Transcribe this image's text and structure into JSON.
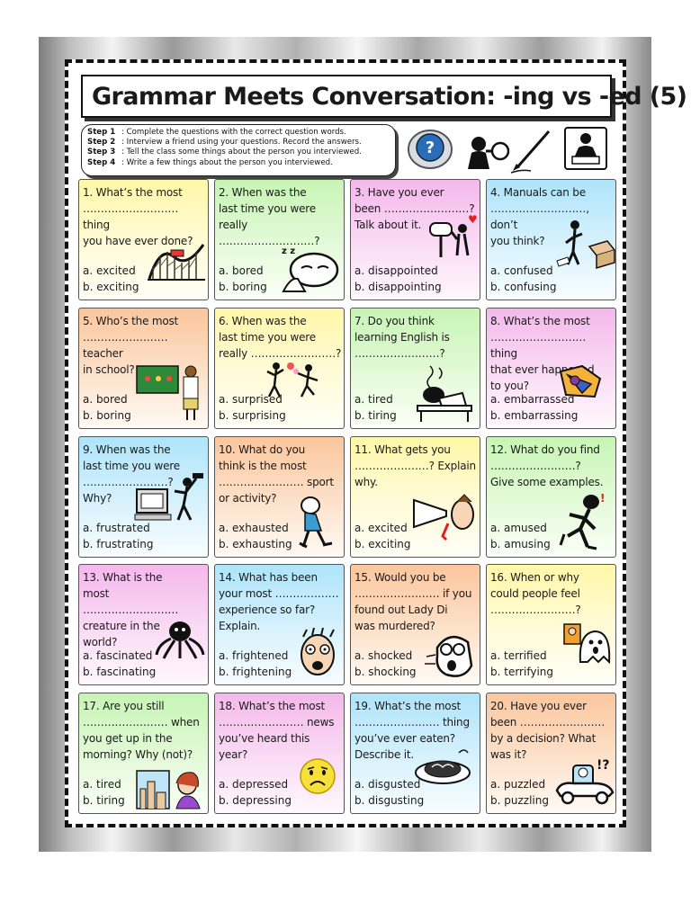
{
  "title": "Grammar Meets Conversation: -ing vs -ed (5)",
  "steps": [
    {
      "label": "Step 1",
      "text": ": Complete the questions with the correct question words."
    },
    {
      "label": "Step 2",
      "text": ": Interview a friend using your questions. Record the answers."
    },
    {
      "label": "Step 3",
      "text": ": Tell the class some things about the person you interviewed."
    },
    {
      "label": "Step 4",
      "text": ": Write a few things about the person you interviewed."
    }
  ],
  "cards": [
    {
      "q": "1. What’s the most\n……………………… thing\nyou have ever done?",
      "a": "a. excited",
      "b": "b. exciting"
    },
    {
      "q": "2. When was the\nlast time you were\nreally ………………………?",
      "a": "a. bored",
      "b": "b. boring"
    },
    {
      "q": "3. Have you ever\nbeen ……………………?\nTalk about it.",
      "a": "a. disappointed",
      "b": "b. disappointing"
    },
    {
      "q": "4. Manuals can be\n………………………, don’t\nyou think?",
      "a": "a. confused",
      "b": "b. confusing"
    },
    {
      "q": "5. Who’s the most\n…………………… teacher\nin school?",
      "a": "a. bored",
      "b": "b. boring"
    },
    {
      "q": "6. When was the\nlast time you were\nreally ……………………?",
      "a": "a. surprised",
      "b": "b. surprising"
    },
    {
      "q": "7. Do you think\nlearning English is\n……………………?",
      "a": "a. tired",
      "b": "b. tiring"
    },
    {
      "q": "8. What’s the most\n……………………… thing\nthat ever happened\nto you?",
      "a": "a. embarrassed",
      "b": "b. embarrassing"
    },
    {
      "q": "9. When was the\nlast time you were\n……………………?\nWhy?",
      "a": "a. frustrated",
      "b": "b. frustrating"
    },
    {
      "q": "10. What do you\nthink is the most\n…………………… sport\nor activity?",
      "a": "a. exhausted",
      "b": "b. exhausting"
    },
    {
      "q": "11. What gets you\n…………………? Explain\nwhy.",
      "a": "a. excited",
      "b": "b. exciting"
    },
    {
      "q": "12. What do you find\n……………………?\nGive some examples.",
      "a": "a. amused",
      "b": "b. amusing"
    },
    {
      "q": "13. What is the\nmost ………………………\ncreature in the\nworld?",
      "a": "a. fascinated",
      "b": "b. fascinating"
    },
    {
      "q": "14. What has been\nyour most ………………\nexperience so far?\nExplain.",
      "a": "a. frightened",
      "b": "b. frightening"
    },
    {
      "q": "15. Would you be\n…………………… if you\nfound out Lady Di\nwas murdered?",
      "a": "a. shocked",
      "b": "b. shocking"
    },
    {
      "q": "16. When or why\ncould people feel\n……………………?",
      "a": "a. terrified",
      "b": "b. terrifying"
    },
    {
      "q": "17. Are you still\n…………………… when\nyou get up in the\nmorning? Why (not)?",
      "a": "a. tired",
      "b": "b. tiring"
    },
    {
      "q": "18. What’s the most\n…………………… news\nyou’ve heard this\nyear?",
      "a": "a. depressed",
      "b": "b. depressing"
    },
    {
      "q": "19. What’s the most\n…………………… thing\nyou’ve ever eaten?\nDescribe it.",
      "a": "a. disgusted",
      "b": "b. disgusting"
    },
    {
      "q": "20. Have you ever\nbeen ……………………\nby a decision? What\nwas it?",
      "a": "a. puzzled",
      "b": "b. puzzling"
    }
  ],
  "colors": {
    "yellow": "#fff7a8",
    "green": "#c7f5b5",
    "pink": "#f5b8ec",
    "blue": "#aee4fa",
    "orange": "#fbc69d"
  },
  "icons": [
    "question-icon",
    "magnifier-person-icon",
    "pencil-icon",
    "reading-person-icon"
  ]
}
